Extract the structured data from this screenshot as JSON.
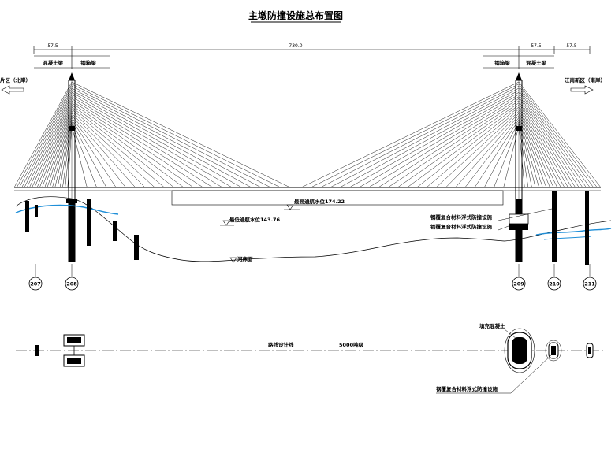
{
  "title": "主墩防撞设施总布置图",
  "dimensions": {
    "left_span": "57.5",
    "main_span": "730.0",
    "right_span_a": "57.5",
    "right_span_b": "57.5"
  },
  "span_types": {
    "left_concrete": "混凝土梁",
    "left_steel": "钢箱梁",
    "right_steel": "钢箱梁",
    "right_concrete": "混凝土梁"
  },
  "banks": {
    "north": "片区（北岸）",
    "south": "江南新区（南岸）"
  },
  "water_levels": {
    "highest": "最高通航水位174.22",
    "lowest": "最低通航水位143.76",
    "riverbed": "河床面"
  },
  "protection": {
    "label_upper": "钢覆复合材料浮式防撞设施",
    "label_lower": "钢覆复合材料浮式防撞设施",
    "plan_label": "钢覆复合材料浮式防撞设施",
    "fill_label": "填充混凝土"
  },
  "plan": {
    "route_line": "路线设计线",
    "ship_class": "5000吨级"
  },
  "piers": [
    "207",
    "208",
    "209",
    "210",
    "211"
  ],
  "colors": {
    "line": "#000000",
    "water": "#1f8fd8"
  }
}
